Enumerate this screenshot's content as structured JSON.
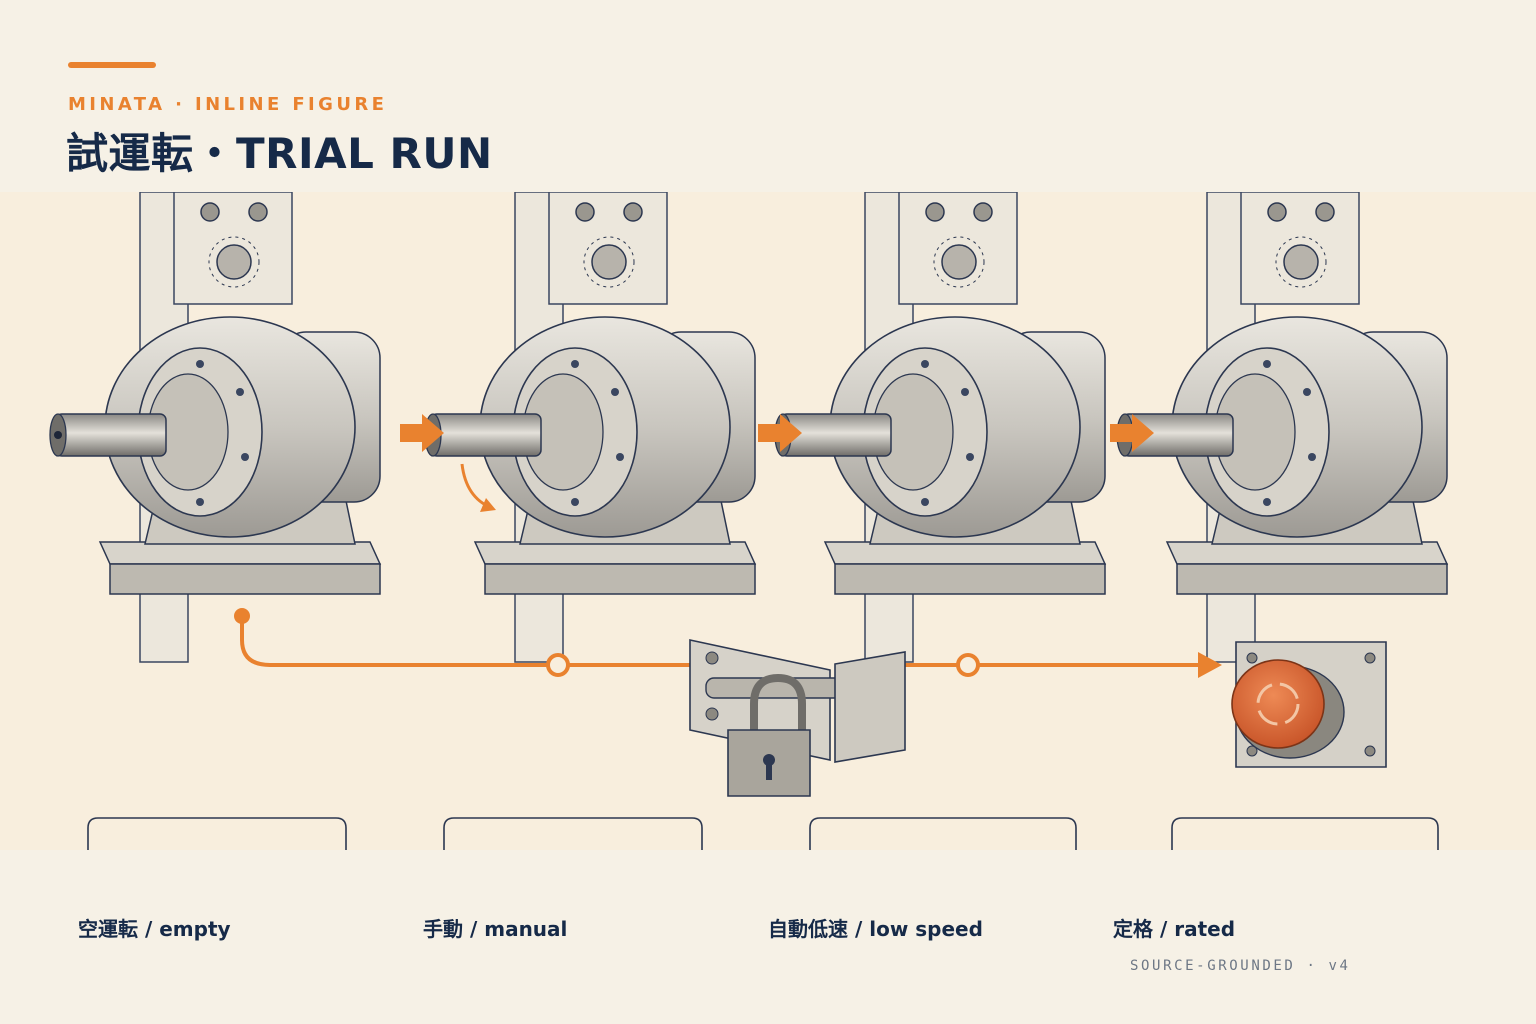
{
  "header": {
    "kicker": "MINATA · INLINE FIGURE",
    "title": "試運転・TRIAL RUN"
  },
  "steps": [
    {
      "label": "空運転 / empty"
    },
    {
      "label": "手動 / manual"
    },
    {
      "label": "自動低速 / low speed"
    },
    {
      "label": "定格 / rated"
    }
  ],
  "footer": "SOURCE-GROUNDED · v4",
  "colors": {
    "accent": "#e9822f",
    "ink": "#162a48",
    "paper": "#f6f1e6",
    "figure_bg": "#f8eedd",
    "stop_button": "#d9662f"
  },
  "icons": [
    "gear-motor-icon",
    "flow-arrow-icon",
    "padlock-icon",
    "emergency-stop-icon"
  ]
}
